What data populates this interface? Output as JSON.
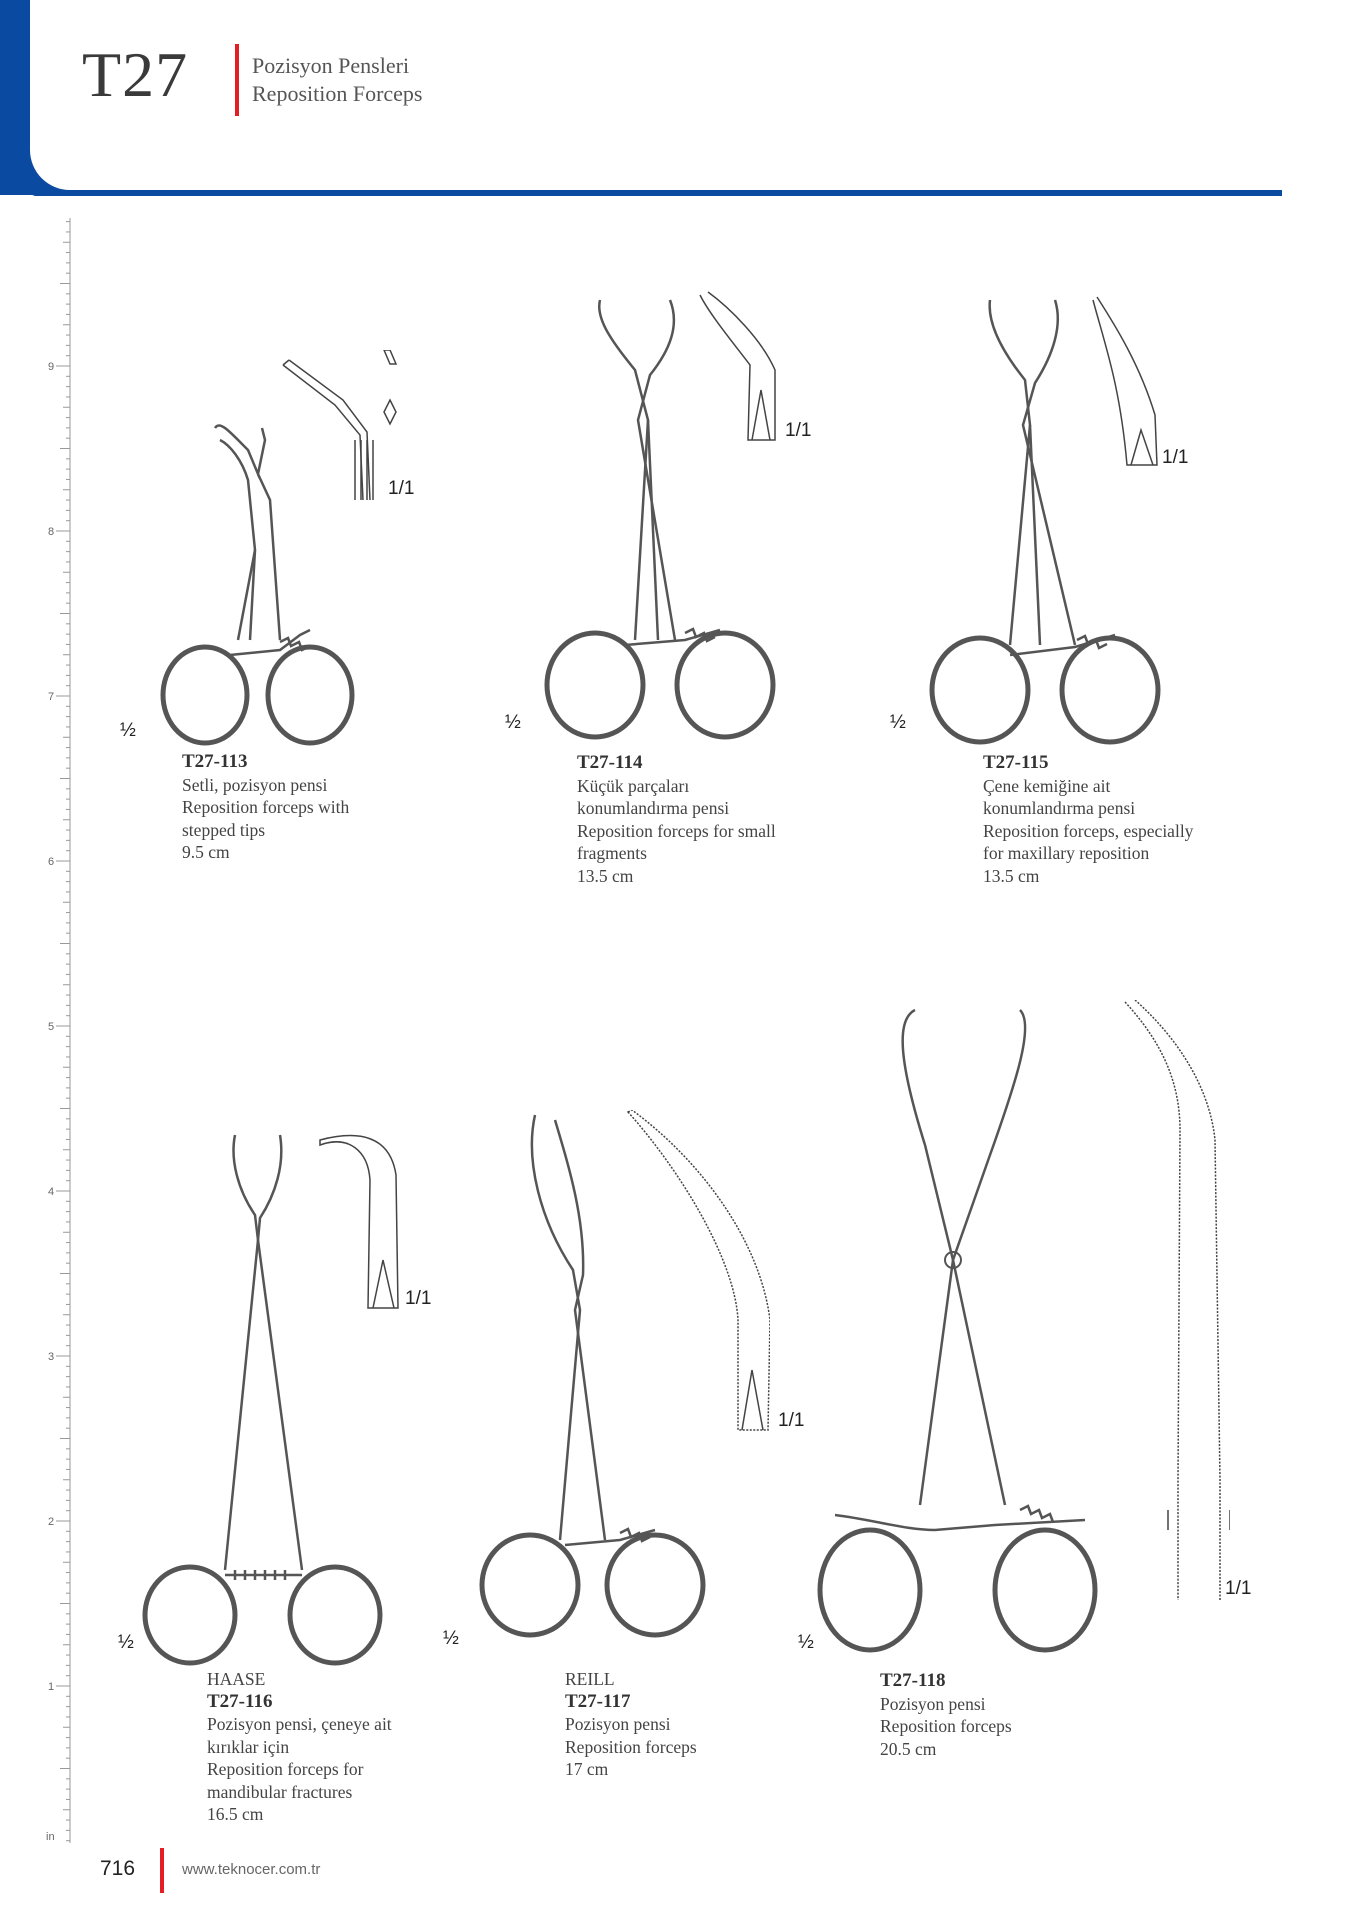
{
  "header": {
    "series_code": "T27",
    "title_tr": "Pozisyon Pensleri",
    "title_en": "Reposition Forceps",
    "accent_color": "#0a4aa0",
    "red_color": "#e31e24"
  },
  "ruler": {
    "numbers": [
      "9",
      "8",
      "7",
      "6",
      "5",
      "4",
      "3",
      "2",
      "1"
    ],
    "unit": "in"
  },
  "scales": {
    "half": "½",
    "full": "1/1"
  },
  "products": [
    {
      "code": "T27-113",
      "brand": "",
      "desc": [
        "Setli, pozisyon pensi",
        "Reposition forceps with",
        "stepped tips"
      ],
      "size": "9.5 cm"
    },
    {
      "code": "T27-114",
      "brand": "",
      "desc": [
        "Küçük parçaları",
        "konumlandırma pensi",
        "Reposition forceps for small",
        "fragments"
      ],
      "size": "13.5 cm"
    },
    {
      "code": "T27-115",
      "brand": "",
      "desc": [
        "Çene kemiğine ait",
        "konumlandırma pensi",
        "Reposition forceps, especially",
        "for maxillary reposition"
      ],
      "size": "13.5 cm"
    },
    {
      "code": "T27-116",
      "brand": "HAASE",
      "desc": [
        "Pozisyon pensi, çeneye ait",
        "kırıklar için",
        "Reposition forceps for",
        "mandibular fractures"
      ],
      "size": "16.5 cm"
    },
    {
      "code": "T27-117",
      "brand": "REILL",
      "desc": [
        "Pozisyon pensi",
        "Reposition forceps"
      ],
      "size": "17 cm"
    },
    {
      "code": "T27-118",
      "brand": "",
      "desc": [
        "Pozisyon pensi",
        "Reposition forceps"
      ],
      "size": "20.5 cm"
    }
  ],
  "footer": {
    "page_number": "716",
    "url": "www.teknocer.com.tr"
  }
}
